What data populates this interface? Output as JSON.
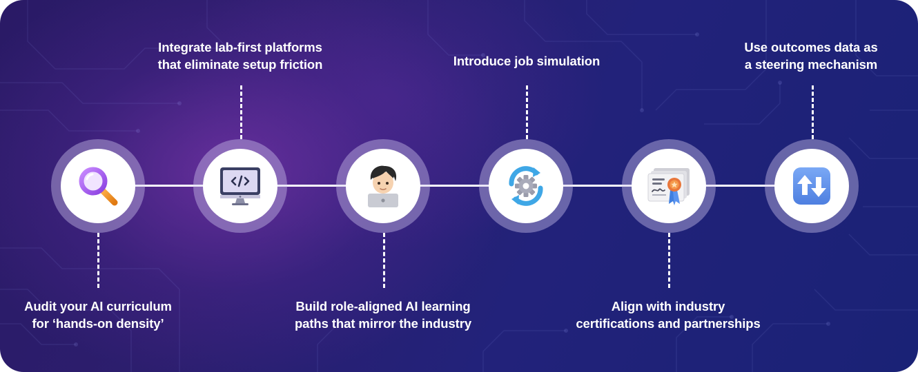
{
  "steps": [
    {
      "id": "audit",
      "icon": "magnifying-glass-icon",
      "lines": [
        "Audit your AI curriculum",
        "for ‘hands-on density’"
      ]
    },
    {
      "id": "integrate",
      "icon": "code-monitor-icon",
      "lines": [
        "Integrate lab-first platforms",
        "that eliminate setup friction"
      ]
    },
    {
      "id": "build",
      "icon": "developer-laptop-icon",
      "lines": [
        "Build role-aligned AI learning",
        "paths that mirror the industry"
      ]
    },
    {
      "id": "simulate",
      "icon": "gear-cycle-icon",
      "lines": [
        "Introduce job simulation"
      ]
    },
    {
      "id": "align",
      "icon": "certificate-icon",
      "lines": [
        "Align with industry",
        "certifications and partnerships"
      ]
    },
    {
      "id": "outcomes",
      "icon": "up-down-arrows-icon",
      "lines": [
        "Use outcomes data as",
        "a steering mechanism"
      ]
    }
  ],
  "colors": {
    "accent": "#8e6bff",
    "line": "#ffffff",
    "node_ring": "#cdc3eb",
    "icon_blue": "#5a8ee8"
  }
}
